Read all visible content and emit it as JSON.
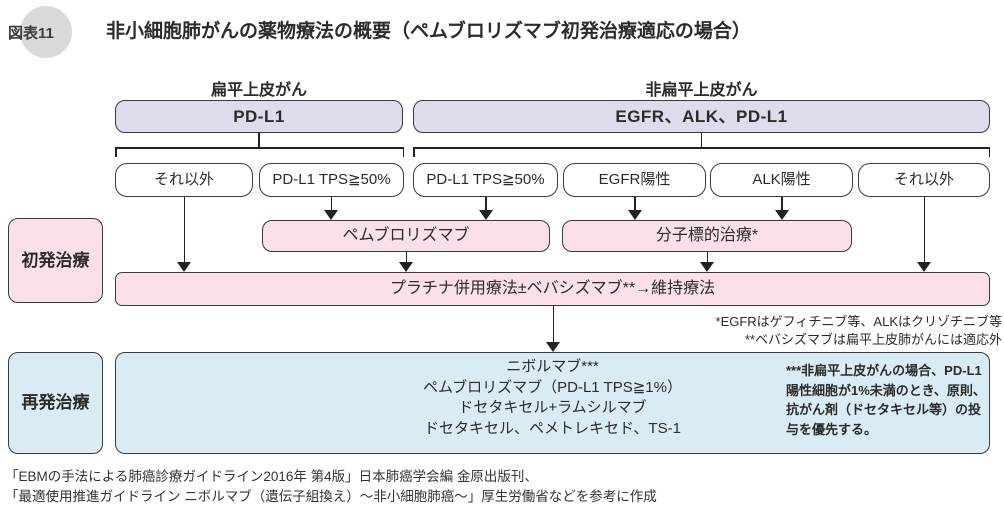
{
  "colors": {
    "lavender": "#dcdcec",
    "pink": "#fbdfe9",
    "blue": "#d9ecf5",
    "badge": "#d9d9d9",
    "border": "#3a3a3a"
  },
  "header": {
    "badge": "図表11",
    "title": "非小細胞肺がんの薬物療法の概要（ペムブロリズマブ初発治療適応の場合）"
  },
  "groups": {
    "left_label": "扁平上皮がん",
    "right_label": "非扁平上皮がん",
    "left_marker": "PD-L1",
    "right_marker": "EGFR、ALK、PD-L1"
  },
  "branches": [
    "それ以外",
    "PD-L1 TPS≧50%",
    "PD-L1 TPS≧50%",
    "EGFR陽性",
    "ALK陽性",
    "それ以外"
  ],
  "first_line": {
    "row_label": "初発治療",
    "pembrolizumab": "ペムブロリズマブ",
    "molecular_targeted": "分子標的治療*",
    "platinum": "プラチナ併用療法±ベバシズマブ**→維持療法"
  },
  "footnotes": [
    "*EGFRはゲフィチニブ等、ALKはクリゾチニブ等",
    "**ベバシズマブは扁平上皮肺がんには適応外"
  ],
  "relapse": {
    "row_label": "再発治療",
    "options": [
      "ニボルマブ***",
      "ペムブロリズマブ（PD-L1 TPS≧1%）",
      "ドセタキセル+ラムシルマブ",
      "ドセタキセル、ペメトレキセド、TS-1"
    ],
    "note": "***非扁平上皮がんの場合、PD-L1陽性細胞が1%未満のとき、原則、抗がん剤（ドセタキセル等）の投与を優先する。"
  },
  "sources": [
    "「EBMの手法による肺癌診療ガイドライン2016年 第4版」日本肺癌学会編 金原出版刊、",
    "「最適使用推進ガイドライン ニボルマブ（遺伝子組換え）～非小細胞肺癌～」厚生労働省などを参考に作成"
  ]
}
